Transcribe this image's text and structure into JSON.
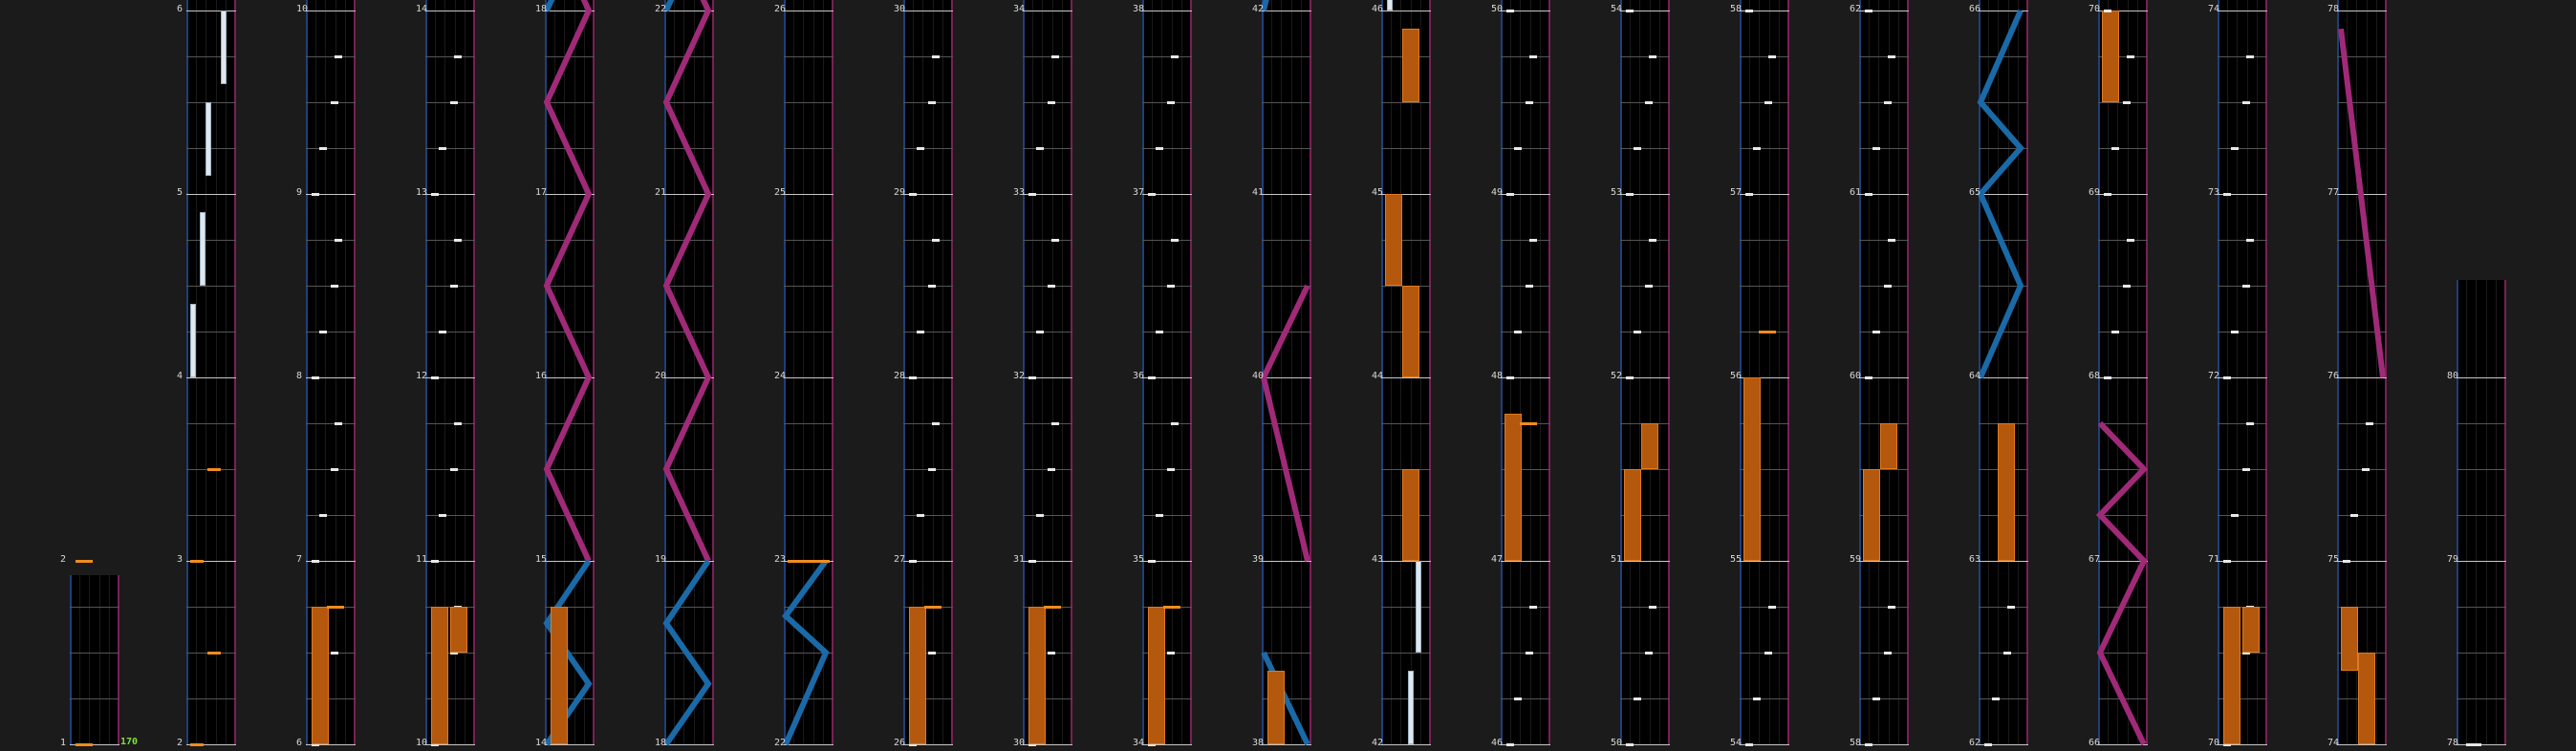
{
  "score": "170",
  "colors": {
    "background": "#1b1b1b",
    "lane": "#000000",
    "blue_slide": "#1a6aa8",
    "pink_slide": "#a02a78",
    "orange": "#c4620f",
    "note": "#e8e8e8"
  },
  "columns": [
    {
      "labels": [
        "1",
        "2"
      ],
      "chunks": []
    },
    {
      "labels": [
        "2",
        "3",
        "4",
        "5",
        "6"
      ],
      "chunks": []
    },
    {
      "labels": [
        "6",
        "7",
        "8",
        "9",
        "10"
      ],
      "chunks": []
    },
    {
      "labels": [
        "10",
        "11",
        "12",
        "13",
        "14"
      ],
      "chunks": []
    },
    {
      "labels": [
        "14",
        "15",
        "16",
        "17",
        "18"
      ],
      "chunks": []
    },
    {
      "labels": [
        "18",
        "19",
        "20",
        "21",
        "22"
      ],
      "chunks": []
    },
    {
      "labels": [
        "22",
        "23",
        "24",
        "25",
        "26"
      ],
      "chunks": []
    },
    {
      "labels": [
        "26",
        "27",
        "28",
        "29",
        "30"
      ],
      "chunks": []
    },
    {
      "labels": [
        "30",
        "31",
        "32",
        "33",
        "34"
      ],
      "chunks": []
    },
    {
      "labels": [
        "34",
        "35",
        "36",
        "37",
        "38"
      ],
      "chunks": []
    },
    {
      "labels": [
        "38",
        "39",
        "40",
        "41",
        "42"
      ],
      "chunks": []
    },
    {
      "labels": [
        "42",
        "43",
        "44",
        "45",
        "46"
      ],
      "chunks": []
    },
    {
      "labels": [
        "46",
        "47",
        "48",
        "49",
        "50"
      ],
      "chunks": []
    },
    {
      "labels": [
        "50",
        "51",
        "52",
        "53",
        "54"
      ],
      "chunks": []
    },
    {
      "labels": [
        "54",
        "55",
        "56",
        "57",
        "58"
      ],
      "chunks": []
    },
    {
      "labels": [
        "58",
        "59",
        "60",
        "61",
        "62"
      ],
      "chunks": []
    },
    {
      "labels": [
        "62",
        "63",
        "64",
        "65",
        "66"
      ],
      "chunks": []
    },
    {
      "labels": [
        "66",
        "67",
        "68",
        "69",
        "70"
      ],
      "chunks": []
    },
    {
      "labels": [
        "70",
        "71",
        "72",
        "73",
        "74"
      ],
      "chunks": []
    },
    {
      "labels": [
        "74",
        "75",
        "76",
        "77",
        "78"
      ],
      "chunks": []
    },
    {
      "labels": [
        "78",
        "79",
        "80"
      ],
      "chunks": []
    }
  ]
}
